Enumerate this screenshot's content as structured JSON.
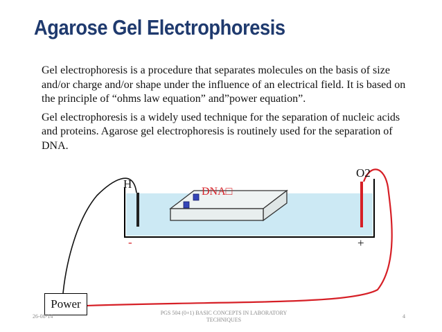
{
  "slide": {
    "title": "Agarose Gel Electrophoresis",
    "paragraph1": "Gel electrophoresis is a procedure that separates molecules on the basis of size and/or charge and/or shape  under the influence of an electrical field. It is based on the principle of “ohms law equation” and”power equation”.",
    "paragraph2": "Gel electrophoresis is a widely used technique for the separation of nucleic acids and proteins.  Agarose gel electrophoresis is routinely used for the separation of  DNA."
  },
  "diagram": {
    "label_h": "H",
    "label_o2": "O2",
    "label_dna": "DNA□",
    "label_minus": "-",
    "label_plus": "+",
    "power_label": "Power",
    "colors": {
      "buffer": "#cce9f4",
      "wire": "#d61f26",
      "electrode_negative": "#222222",
      "electrode_positive": "#d61f26",
      "well": "#3546b8",
      "dna_label": "#d61f26"
    }
  },
  "footer": {
    "date": "26-08-14",
    "course": "PGS 504 (0+1) BASIC CONCEPTS IN LABORATORY TECHNIQUES",
    "page": "4"
  }
}
